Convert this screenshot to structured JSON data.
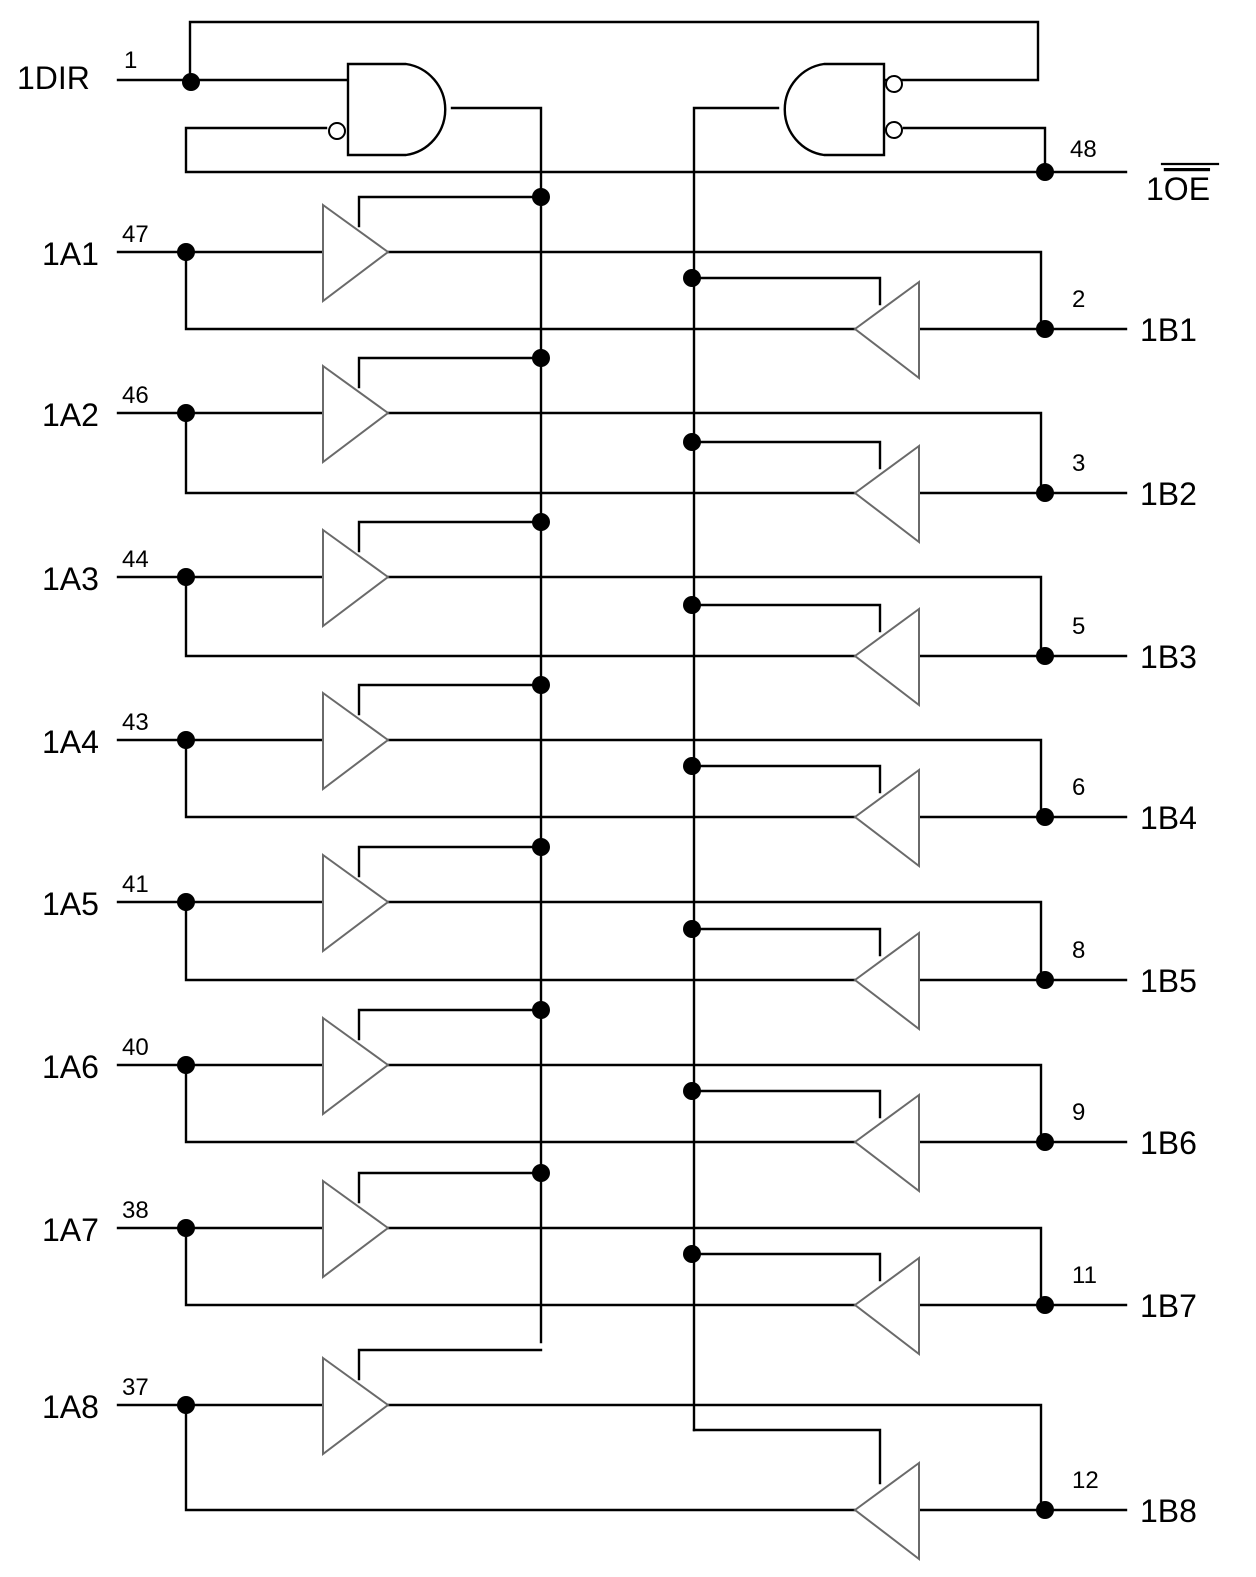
{
  "control": {
    "dir": {
      "label": "1DIR",
      "pin": "1"
    },
    "oe": {
      "label_prefix": "1",
      "label_bar": "OE",
      "pin": "48"
    }
  },
  "channels": [
    {
      "a": "1A1",
      "a_pin": "47",
      "b": "1B1",
      "b_pin": "2"
    },
    {
      "a": "1A2",
      "a_pin": "46",
      "b": "1B2",
      "b_pin": "3"
    },
    {
      "a": "1A3",
      "a_pin": "44",
      "b": "1B3",
      "b_pin": "5"
    },
    {
      "a": "1A4",
      "a_pin": "43",
      "b": "1B4",
      "b_pin": "6"
    },
    {
      "a": "1A5",
      "a_pin": "41",
      "b": "1B5",
      "b_pin": "8"
    },
    {
      "a": "1A6",
      "a_pin": "40",
      "b": "1B6",
      "b_pin": "9"
    },
    {
      "a": "1A7",
      "a_pin": "38",
      "b": "1B7",
      "b_pin": "11"
    },
    {
      "a": "1A8",
      "a_pin": "37",
      "b": "1B8",
      "b_pin": "12"
    }
  ]
}
